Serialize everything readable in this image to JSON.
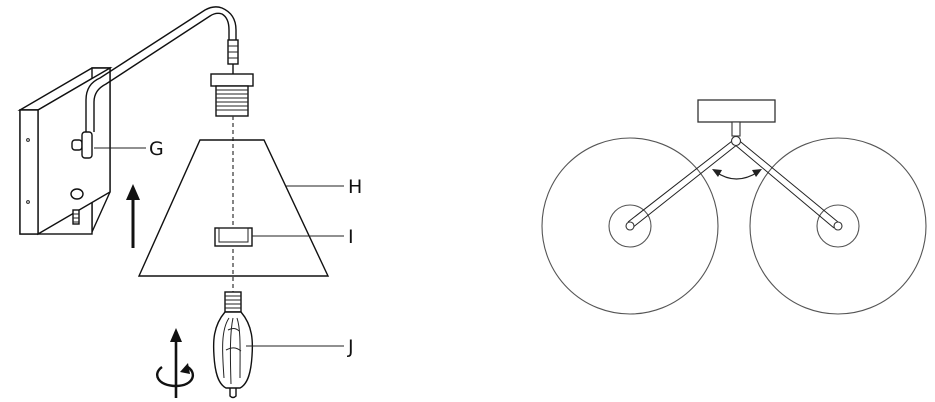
{
  "labels": {
    "g": "G",
    "h": "H",
    "i": "I",
    "j": "J"
  },
  "icons": {
    "push_up": "arrow-up-icon",
    "rotate": "rotate-arrow-icon",
    "swing": "swing-arc-arrow-icon"
  },
  "colors": {
    "line": "#111111",
    "background": "#ffffff"
  }
}
